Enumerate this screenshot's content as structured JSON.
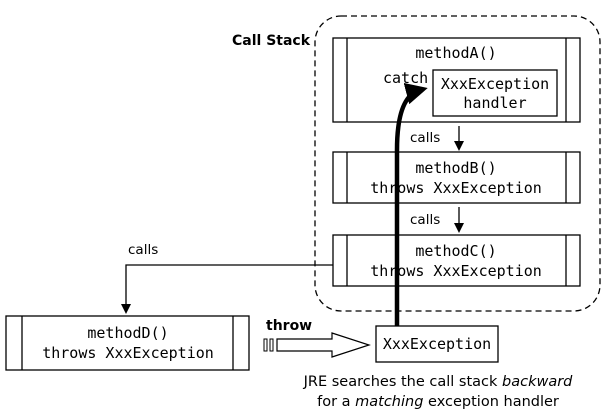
{
  "call_stack_label": "Call Stack",
  "method_a": {
    "name": "methodA()",
    "catch_label": "catch"
  },
  "handler": {
    "line1": "XxxException",
    "line2": "handler"
  },
  "calls_label_1": "calls",
  "method_b": {
    "name": "methodB()",
    "throws": "throws XxxException"
  },
  "calls_label_2": "calls",
  "method_c": {
    "name": "methodC()",
    "throws": "throws XxxException"
  },
  "calls_label_3": "calls",
  "method_d": {
    "name": "methodD()",
    "throws": "throws XxxException"
  },
  "throw_label": "throw",
  "exception_box": "XxxException",
  "caption": {
    "line1_pre": "JRE searches the call stack ",
    "line1_em": "backward",
    "line2_pre": "for a ",
    "line2_em": "matching",
    "line2_post": " exception handler"
  }
}
